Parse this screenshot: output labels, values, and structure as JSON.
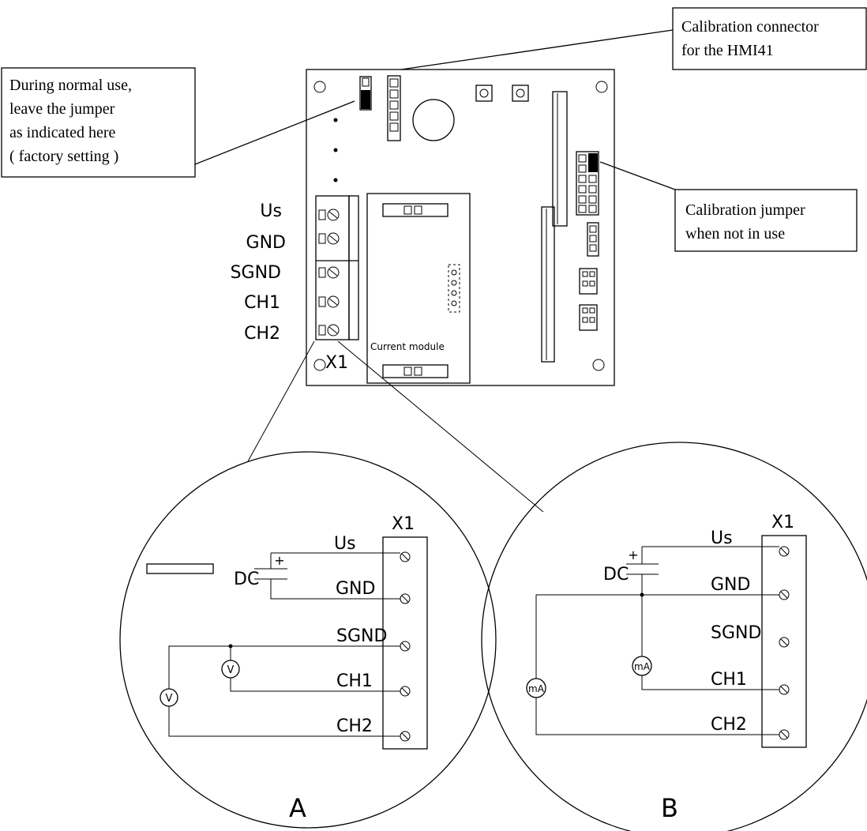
{
  "callouts": {
    "calibration_connector": [
      "Calibration connector",
      "for the HMI41"
    ],
    "normal_use": [
      "During normal use,",
      "leave the jumper",
      "as indicated here",
      "( factory setting )"
    ],
    "calibration_jumper": [
      "Calibration jumper",
      "when not in use"
    ]
  },
  "board": {
    "terminals": [
      "Us",
      "GND",
      "SGND",
      "CH1",
      "CH2"
    ],
    "connector_label": "X1",
    "module_label": "Current module"
  },
  "detail_a": {
    "connector_label": "X1",
    "terminals": [
      "Us",
      "GND",
      "SGND",
      "CH1",
      "CH2"
    ],
    "supply_label": "DC",
    "plus_sign": "+",
    "meter_symbol": "V",
    "caption": "A"
  },
  "detail_b": {
    "connector_label": "X1",
    "terminals": [
      "Us",
      "GND",
      "SGND",
      "CH1",
      "CH2"
    ],
    "supply_label": "DC",
    "plus_sign": "+",
    "meter_symbol": "mA",
    "caption": "B"
  }
}
